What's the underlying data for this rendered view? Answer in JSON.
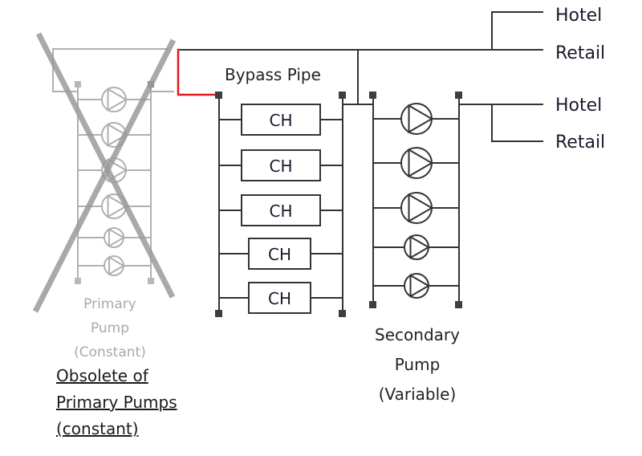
{
  "diagram": {
    "title": "Chilled water plant: primary pumps removed, bypass pipe and variable secondary pumps",
    "colors": {
      "pipe": "#333333",
      "obsolete": "#b0b0b0",
      "cross_out": "#9a9a9a",
      "bypass": "#e0191a"
    },
    "labels": {
      "bypass_pipe": "Bypass Pipe",
      "secondary_pump": [
        "Secondary",
        "Pump",
        "(Variable)"
      ],
      "primary_pump": [
        "Primary",
        "Pump",
        "(Constant)"
      ],
      "note": [
        "Obsolete of",
        "Primary Pumps",
        "(constant)"
      ]
    },
    "destinations": [
      {
        "id": "upper-hotel",
        "label": "Hotel"
      },
      {
        "id": "upper-retail",
        "label": "Retail"
      },
      {
        "id": "lower-hotel",
        "label": "Hotel"
      },
      {
        "id": "lower-retail",
        "label": "Retail"
      }
    ],
    "chillers": [
      {
        "label": "CH"
      },
      {
        "label": "CH"
      },
      {
        "label": "CH"
      },
      {
        "label": "CH"
      },
      {
        "label": "CH"
      }
    ],
    "secondary_pumps": [
      {
        "symbol": "pump-icon"
      },
      {
        "symbol": "pump-icon"
      },
      {
        "symbol": "pump-icon"
      },
      {
        "symbol": "pump-icon"
      },
      {
        "symbol": "pump-icon"
      }
    ],
    "primary_pumps": [
      {
        "symbol": "pump-icon",
        "status": "obsolete"
      },
      {
        "symbol": "pump-icon",
        "status": "obsolete"
      },
      {
        "symbol": "pump-icon",
        "status": "obsolete"
      },
      {
        "symbol": "pump-icon",
        "status": "obsolete"
      },
      {
        "symbol": "pump-icon",
        "status": "obsolete"
      },
      {
        "symbol": "pump-icon",
        "status": "obsolete"
      }
    ],
    "cross_out": {
      "symbol": "x-mark-icon",
      "meaning": "primary pumps obsolete"
    }
  }
}
